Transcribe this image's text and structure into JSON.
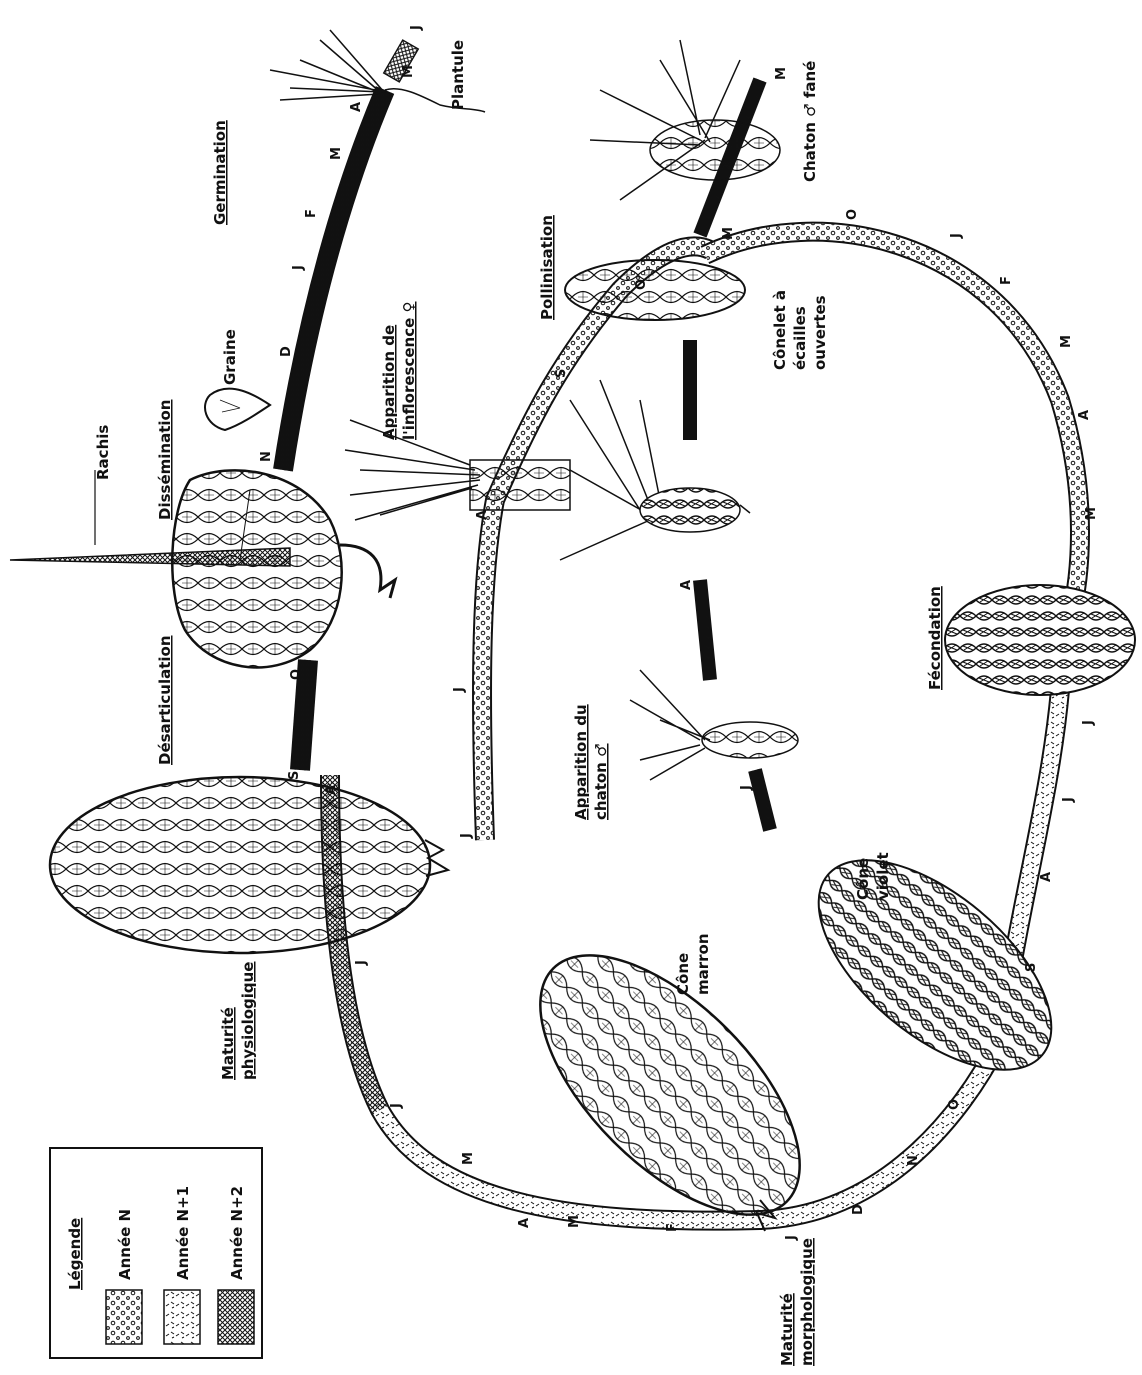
{
  "legend": {
    "title": "Légende",
    "items": [
      {
        "label": "Année N",
        "pattern": "dots"
      },
      {
        "label": "Année N+1",
        "pattern": "dashes"
      },
      {
        "label": "Année N+2",
        "pattern": "crosshatch"
      }
    ]
  },
  "stages": {
    "maturite_morphologique": [
      "Maturité",
      "morphologique"
    ],
    "maturite_physiologique": [
      "Maturité",
      "physiologique"
    ],
    "desarticulation": "Désarticulation",
    "dissemination": "Dissémination",
    "germination": "Germination",
    "apparition_inflorescence": [
      "Apparition de",
      "l'inflorescence ♀"
    ],
    "apparition_chaton": [
      "Apparition du",
      "chaton ♂"
    ],
    "pollinisation": "Pollinisation",
    "fecondation": "Fécondation"
  },
  "labels": {
    "rachis": "Rachis",
    "graine": "Graine",
    "plantule": "Plantule",
    "chaton_fane": "Chaton ♂ fané",
    "conelet": [
      "Cônelet à",
      "écailles",
      "ouvertes"
    ],
    "cone_violet": [
      "Cône",
      "violet"
    ],
    "cone_marron": [
      "Cône",
      "marron"
    ]
  },
  "months": {
    "bottom_left": [
      "A",
      "M",
      "F",
      "J",
      "D",
      "N",
      "O"
    ],
    "left_arc": [
      "M",
      "J",
      "J",
      "A"
    ],
    "top_left": [
      "S",
      "O"
    ],
    "germ": [
      "N",
      "D",
      "J",
      "F",
      "M",
      "A",
      "M",
      "J"
    ],
    "inner_top": [
      "J",
      "J",
      "A",
      "S",
      "O"
    ],
    "inner_chaton": [
      "J",
      "A"
    ],
    "right_arc": [
      "M",
      "O",
      "J",
      "F",
      "M",
      "A",
      "M"
    ],
    "right_lower": [
      "J",
      "J",
      "A",
      "S"
    ],
    "chaton_fane": "M"
  }
}
